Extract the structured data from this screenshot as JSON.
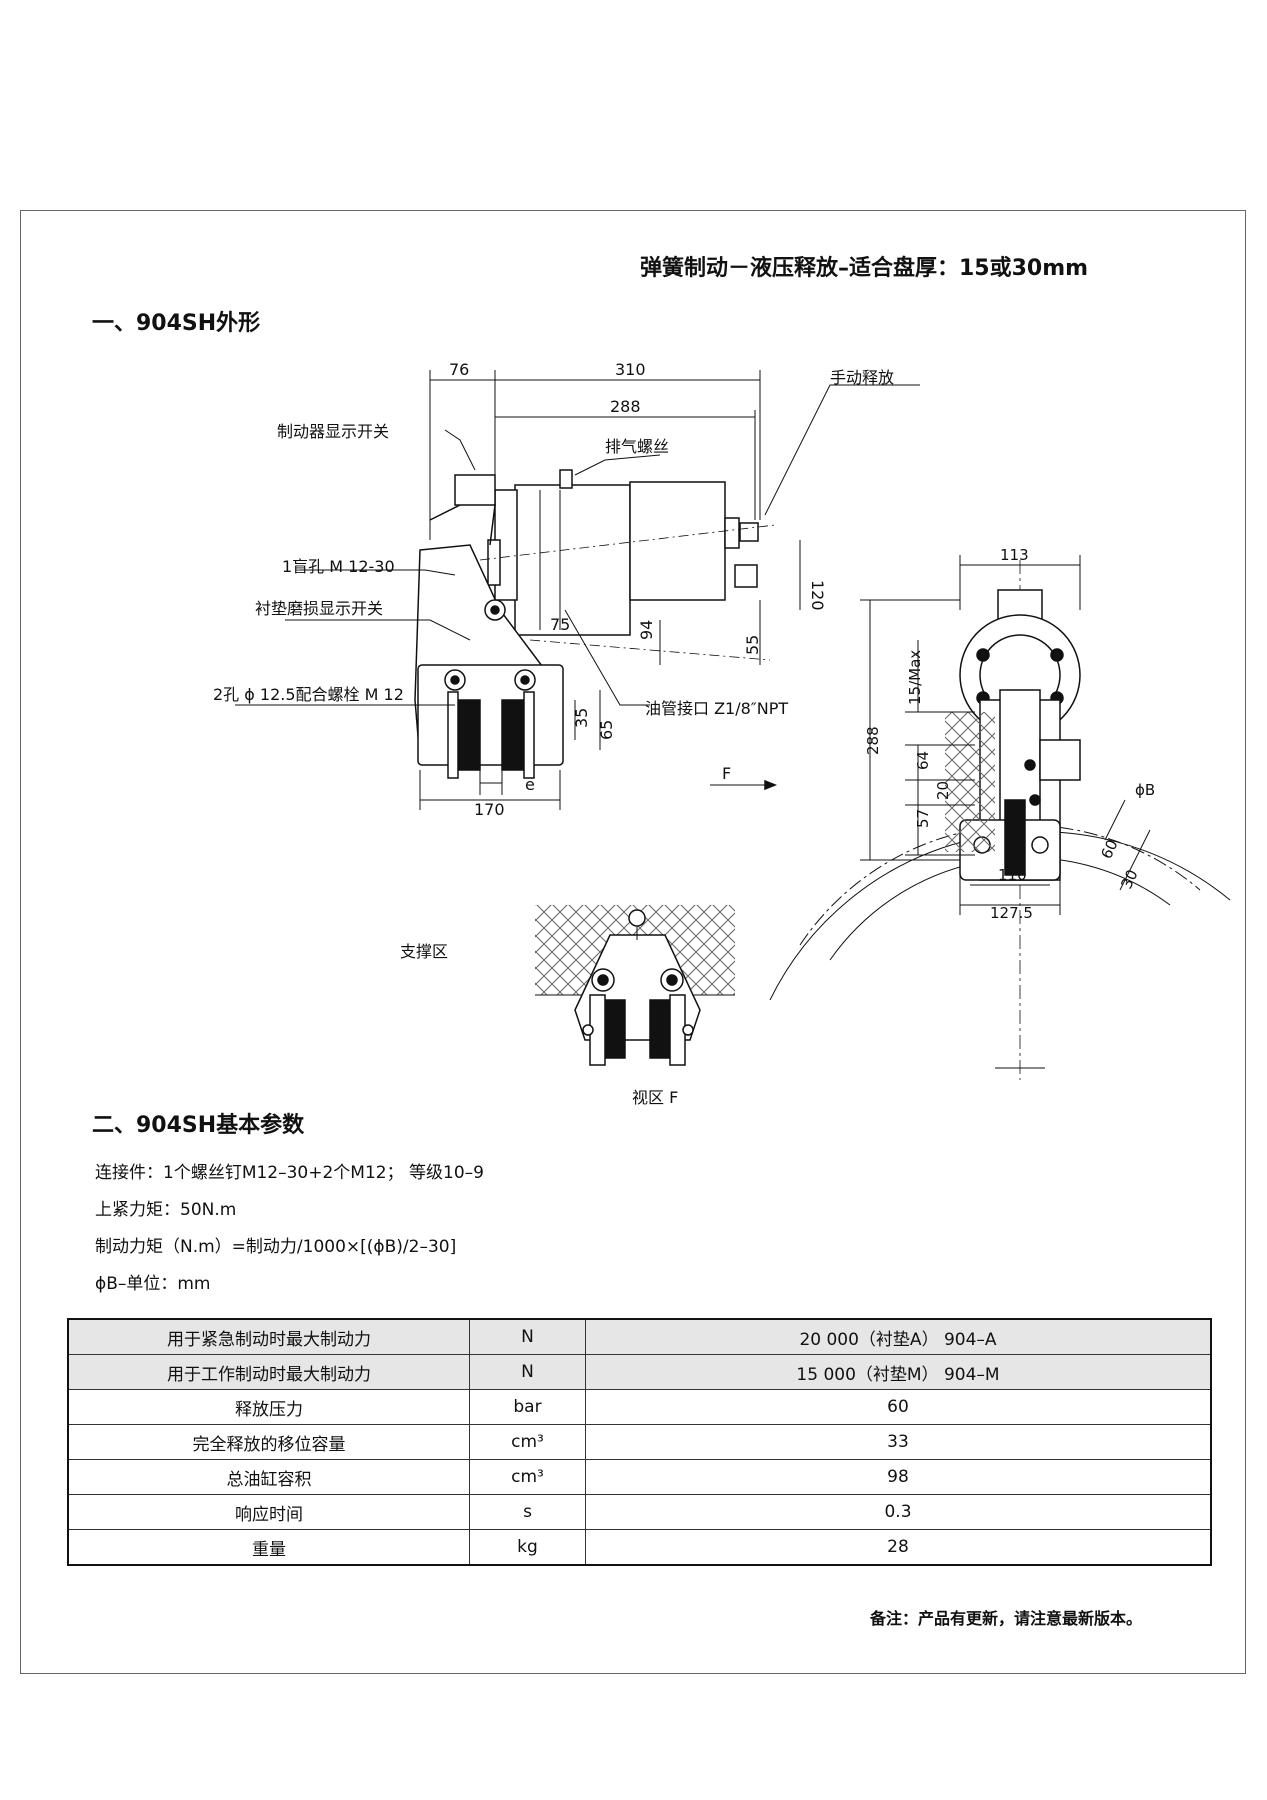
{
  "subtitle": "弹簧制动－液压释放–适合盘厚：15或30mm",
  "section1_title": "一、904SH外形",
  "section2_title": "二、904SH基本参数",
  "drawing": {
    "callouts": {
      "indicator_switch": "制动器显示开关",
      "bleed_screw": "排气螺丝",
      "manual_release": "手动释放",
      "blind_hole": "1盲孔 M 12-30",
      "wear_switch": "衬垫磨损显示开关",
      "holes": "2孔 ϕ 12.5配合螺栓 M 12",
      "oil_port": "油管接口 Z1/8″NPT"
    },
    "dims_side": [
      "76",
      "310",
      "288",
      "120",
      "94",
      "75",
      "55",
      "35",
      "65",
      "e",
      "170"
    ],
    "view_arrow_label": "F",
    "dims_front": [
      "113",
      "15/Max",
      "288",
      "64",
      "20",
      "57",
      "110",
      "127.5",
      "ϕB",
      "60",
      "30"
    ],
    "support_area_label": "支撑区",
    "view_f_label": "视区 F"
  },
  "params": [
    "连接件：1个螺丝钉M12–30+2个M12；  等级10–9",
    "上紧力矩：50N.m",
    "制动力矩（N.m）=制动力/1000×[(ϕB)/2–30]",
    "ϕB–单位：mm"
  ],
  "table": [
    {
      "name": "用于紧急制动时最大制动力",
      "unit": "N",
      "value": "20 000（衬垫A）  904–A"
    },
    {
      "name": "用于工作制动时最大制动力",
      "unit": "N",
      "value": "15 000（衬垫M）  904–M"
    },
    {
      "name": "释放压力",
      "unit": "bar",
      "value": "60"
    },
    {
      "name": "完全释放的移位容量",
      "unit": "cm³",
      "value": "33"
    },
    {
      "name": "总油缸容积",
      "unit": "cm³",
      "value": "98"
    },
    {
      "name": "响应时间",
      "unit": "s",
      "value": "0.3"
    },
    {
      "name": "重量",
      "unit": "kg",
      "value": "28"
    }
  ],
  "note": "备注：产品有更新，请注意最新版本。"
}
